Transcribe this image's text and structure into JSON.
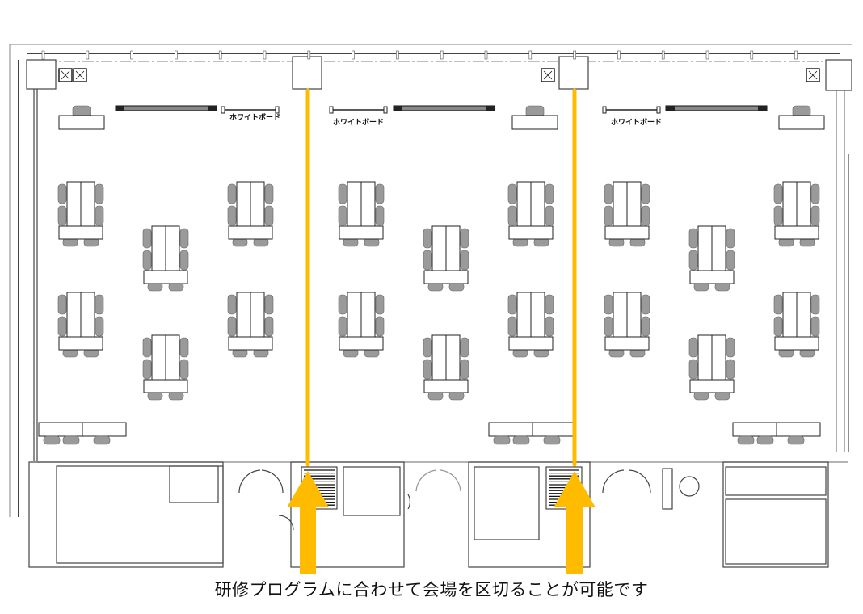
{
  "caption": "研修プログラムに合わせて会場を区切ることが可能です",
  "whiteboard_label": "ホワイトボード",
  "rooms": [
    {
      "name": "room-1",
      "whiteboard_label": "ホワイトボード"
    },
    {
      "name": "room-2",
      "whiteboard_label": "ホワイトボード"
    },
    {
      "name": "room-3",
      "whiteboard_label": "ホワイトボード"
    }
  ],
  "colors": {
    "accent": "#FFBB00",
    "chair": "#9a9a9a",
    "line": "#333333"
  }
}
